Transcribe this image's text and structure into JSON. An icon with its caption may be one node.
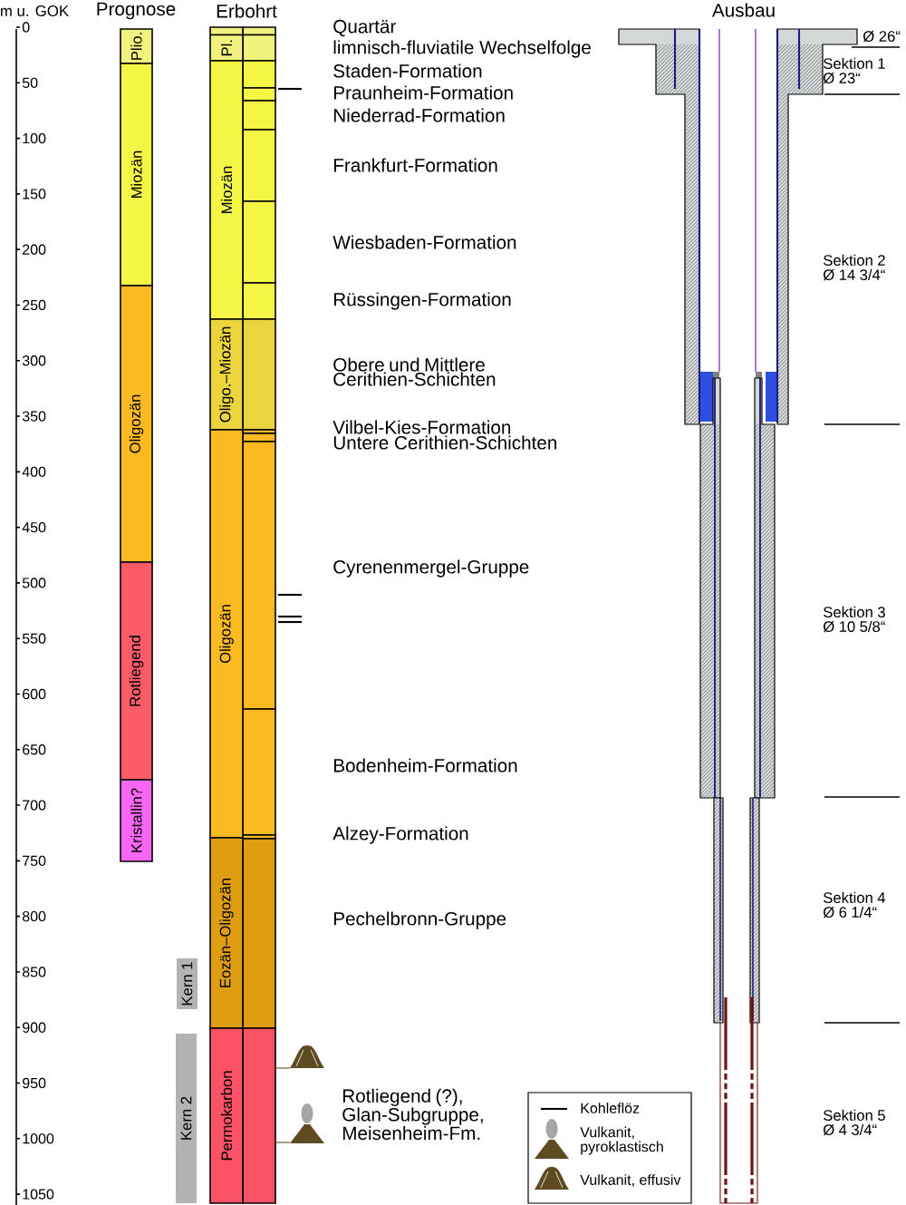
{
  "diagram": {
    "nodes": [
      {
        "text": [
          "Plio."
        ]
      },
      {
        "text": [
          "Miozän"
        ]
      },
      {
        "text": [
          "Oligozän"
        ]
      },
      {
        "text": [
          "Rotliegend"
        ]
      },
      {
        "text": [
          "Kristallin?"
        ]
      },
      {
        "text": [
          "Pl."
        ]
      },
      {
        "text": [
          "Miozän"
        ]
      },
      {
        "text": [
          "Oligo.–Miozän"
        ]
      },
      {
        "text": [
          "Oligozän"
        ]
      },
      {
        "text": [
          "Eozän–Oligozän"
        ]
      },
      {
        "text": [
          "Permokarbon"
        ]
      },
      {
        "text": [
          "Kern 1"
        ]
      },
      {
        "text": [
          "Kern 2"
        ]
      }
    ],
    "labels": [
      "m u. GOK",
      "Prognose",
      "Erbohrt",
      "Ausbau",
      "0",
      "50",
      "100",
      "150",
      "200",
      "250",
      "300",
      "350",
      "400",
      "450",
      "500",
      "550",
      "600",
      "650",
      "700",
      "750",
      "800",
      "850",
      "900",
      "950",
      "1000",
      "1050",
      "Quartär",
      "limnisch-fluviatile Wechselfolge",
      "Staden-Formation",
      "Praunheim-Formation",
      "Niederrad-Formation",
      "Frankfurt-Formation",
      "Wiesbaden-Formation",
      "Rüssingen-Formation",
      "Obere und Mittlere Cerithien-Schichten",
      "Vilbel-Kies-Formation",
      "Untere Cerithien-Schichten",
      "Cyrenenmergel-Gruppe",
      "Bodenheim-Formation",
      "Alzey-Formation",
      "Pechelbronn-Gruppe",
      "Rotliegend (?), Glan-Subgruppe, Meisenheim-Fm.",
      "Ø 26“",
      "Sektion 1 Ø 23“",
      "Sektion 2 Ø 14 3/4“",
      "Sektion 3 Ø 10 5/8“",
      "Sektion 4 Ø 6 1/4“",
      "Sektion 5 Ø 4 3/4“"
    ],
    "legend": [
      {
        "text": "Kohleflöz"
      },
      {
        "text": "Vulkanit, pyroklastisch"
      },
      {
        "text": "Vulkanit, effusiv"
      }
    ]
  }
}
